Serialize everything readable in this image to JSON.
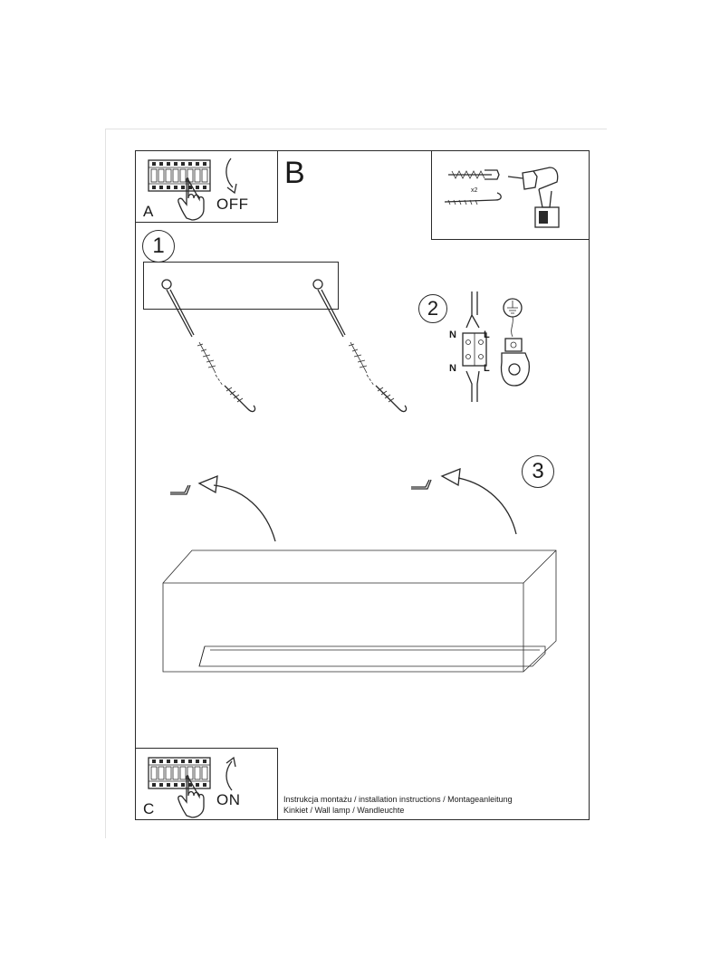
{
  "panels": {
    "a": {
      "letter": "A",
      "state": "OFF"
    },
    "b": {
      "letter": "B",
      "quantity_label": "x2"
    },
    "c": {
      "letter": "C",
      "state": "ON"
    }
  },
  "steps": {
    "step1": "1",
    "step2": "2",
    "step3": "3"
  },
  "wiring": {
    "left_top": "N",
    "right_top": "L",
    "left_bottom": "N",
    "right_bottom": "L"
  },
  "caption": {
    "line1": "Instrukcja montażu / installation instructions / Montageanleitung",
    "line2": "Kinkiet / Wall lamp / Wandleuchte"
  },
  "icons": [
    "circuit-breaker-icon",
    "hand-icon",
    "curved-arrow-icon",
    "wall-plug-icon",
    "screw-hook-icon",
    "drill-icon",
    "terminal-block-icon",
    "ground-clamp-icon",
    "mounting-hook-icon",
    "wall-lamp-icon"
  ]
}
